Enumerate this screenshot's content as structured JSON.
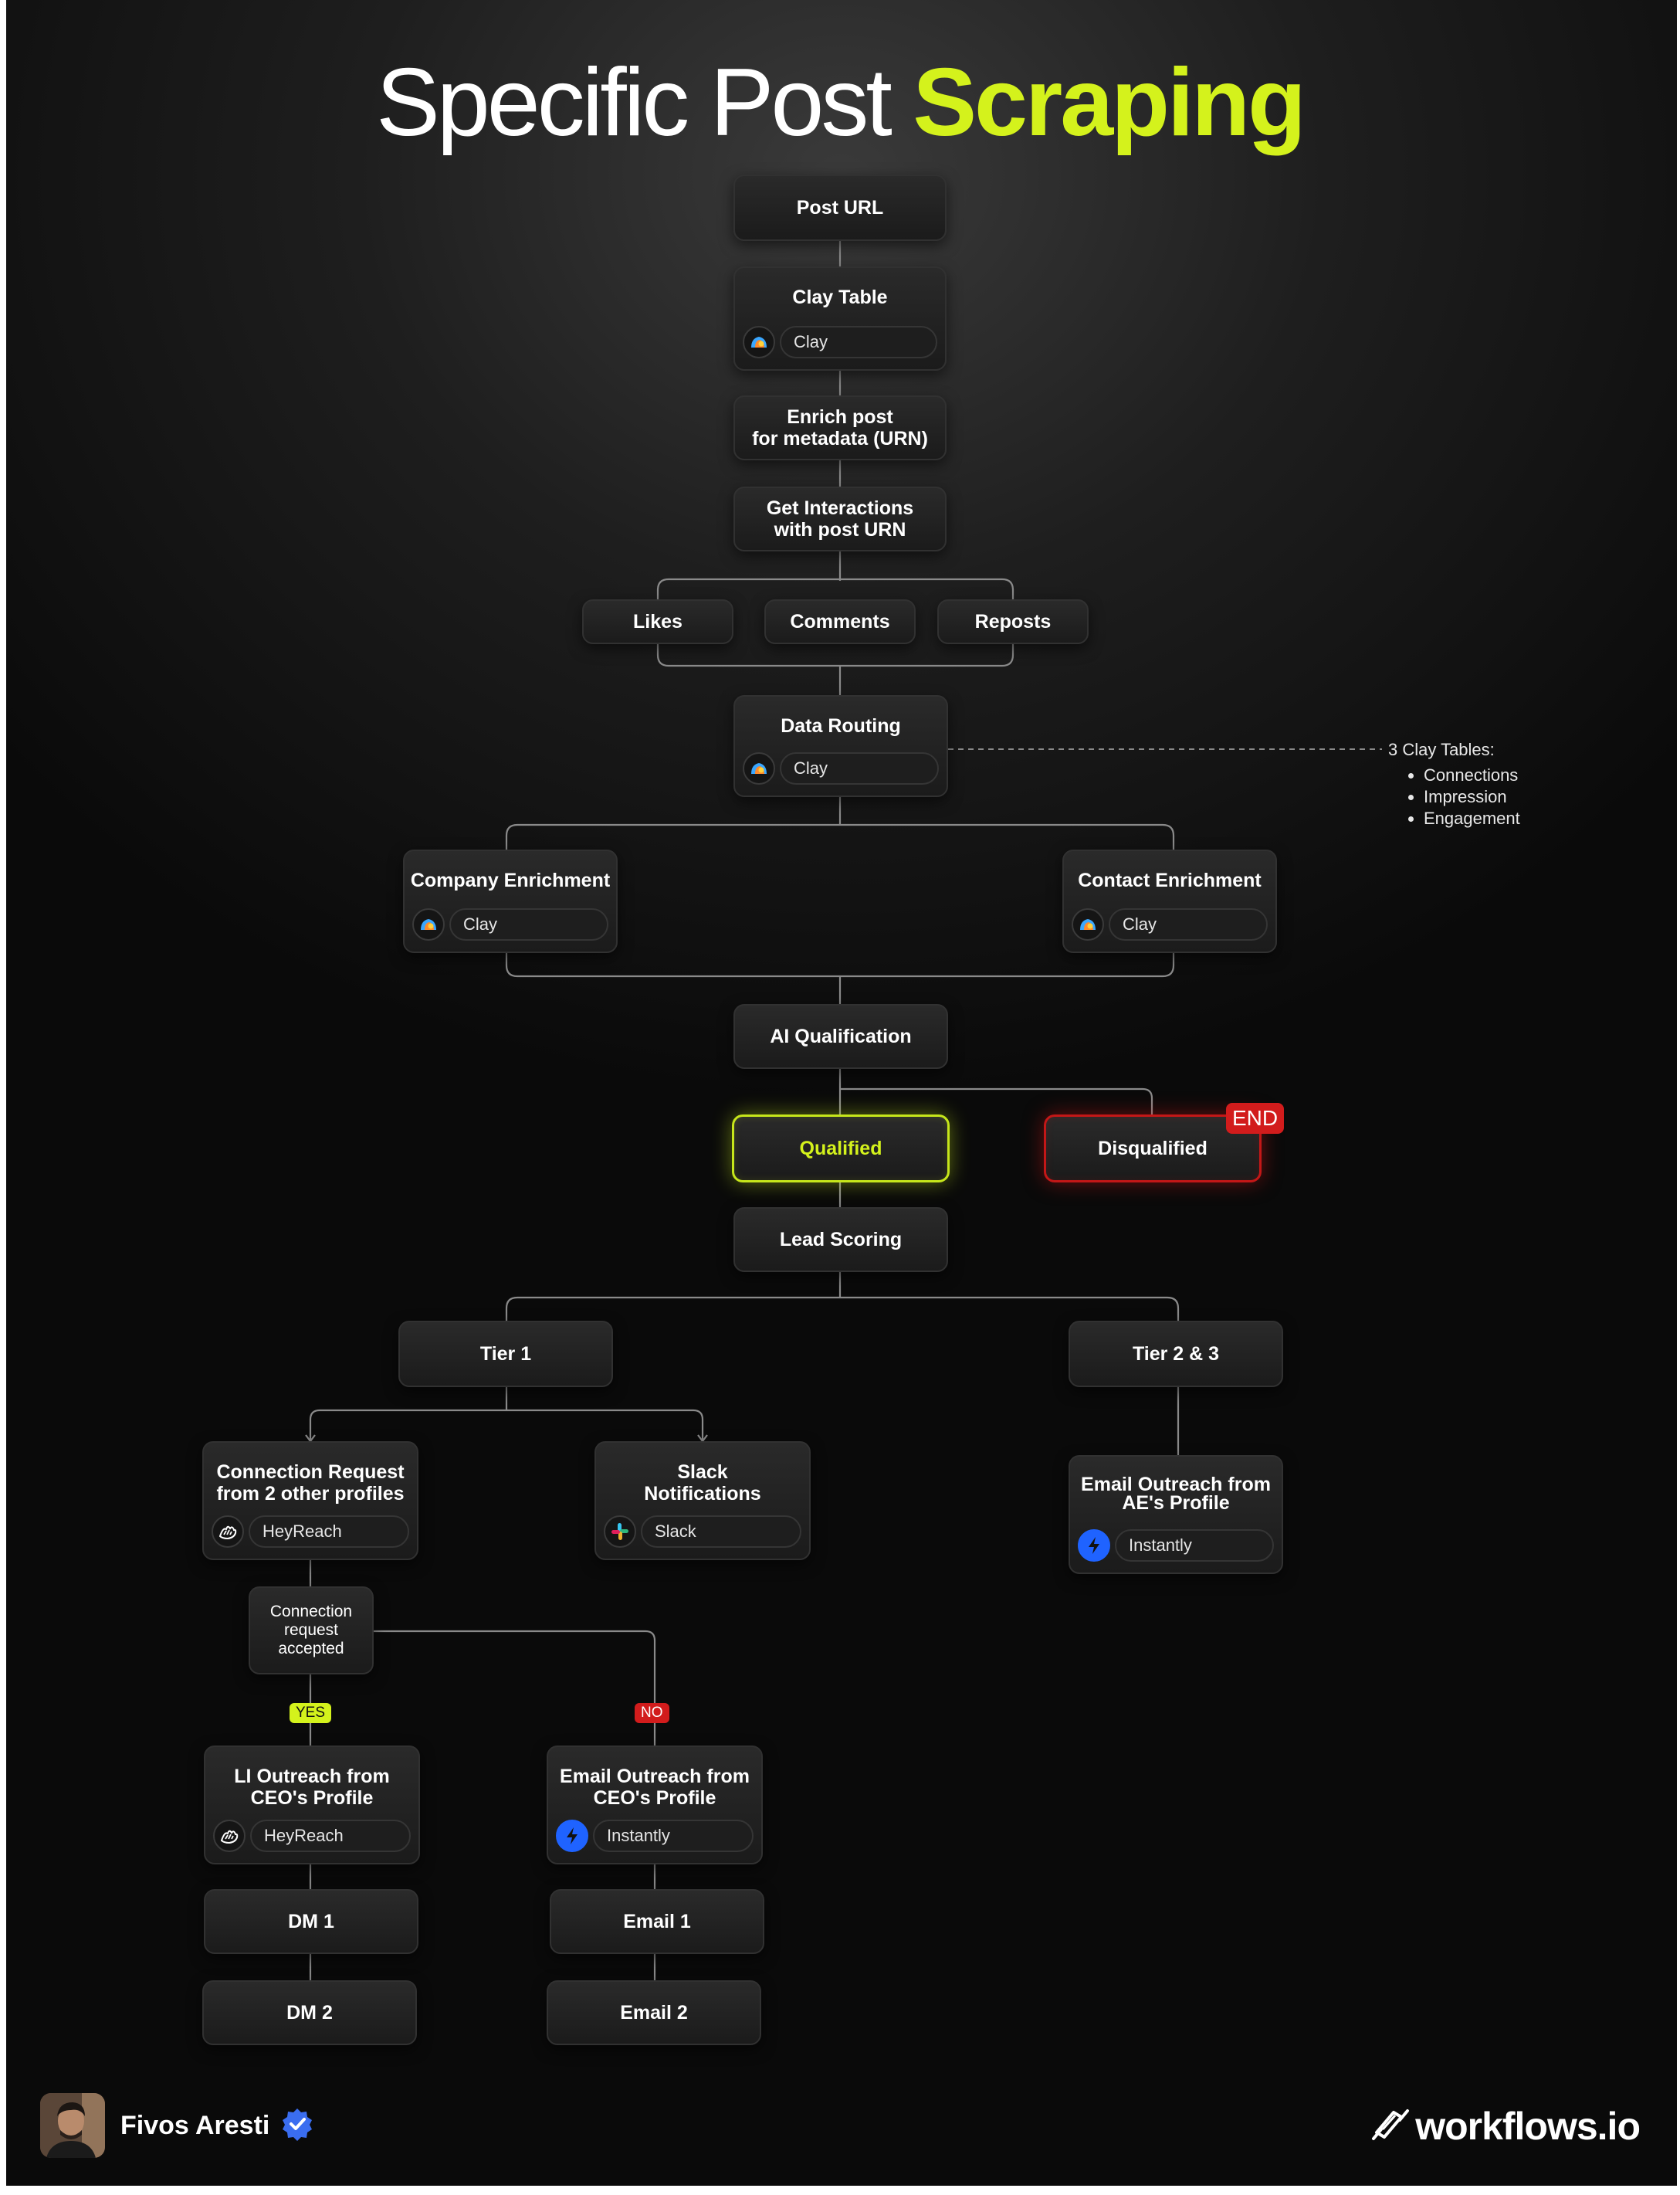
{
  "title": {
    "part1": "Specific Post",
    "part2": "Scraping"
  },
  "colors": {
    "accent": "#d4f21c",
    "danger": "#d21c1c",
    "wire": "#8a8a8a"
  },
  "nodes": {
    "post_url": {
      "label": "Post URL"
    },
    "clay_table": {
      "label": "Clay Table",
      "tool": "Clay"
    },
    "enrich_post": {
      "label": "Enrich post\nfor metadata (URN)"
    },
    "get_interactions": {
      "label": "Get Interactions\nwith post URN"
    },
    "likes": {
      "label": "Likes"
    },
    "comments": {
      "label": "Comments"
    },
    "reposts": {
      "label": "Reposts"
    },
    "data_routing": {
      "label": "Data Routing",
      "tool": "Clay"
    },
    "company_enrichment": {
      "label": "Company Enrichment",
      "tool": "Clay"
    },
    "contact_enrichment": {
      "label": "Contact Enrichment",
      "tool": "Clay"
    },
    "ai_qualification": {
      "label": "AI Qualification"
    },
    "qualified": {
      "label": "Qualified"
    },
    "disqualified": {
      "label": "Disqualified"
    },
    "lead_scoring": {
      "label": "Lead Scoring"
    },
    "tier1": {
      "label": "Tier 1"
    },
    "tier23": {
      "label": "Tier 2 & 3"
    },
    "connection_request": {
      "label": "Connection Request\nfrom 2 other profiles",
      "tool": "HeyReach"
    },
    "slack_notifications": {
      "label": "Slack\nNotifications",
      "tool": "Slack"
    },
    "email_outreach_ae": {
      "label": "Email Outreach from\nAE's Profile",
      "tool": "Instantly"
    },
    "connection_accepted": {
      "label": "Connection\nrequest\naccepted"
    },
    "li_outreach_ceo": {
      "label": "LI Outreach from\nCEO's Profile",
      "tool": "HeyReach"
    },
    "email_outreach_ceo": {
      "label": "Email Outreach from\nCEO's Profile",
      "tool": "Instantly"
    },
    "dm1": {
      "label": "DM 1"
    },
    "dm2": {
      "label": "DM 2"
    },
    "email1": {
      "label": "Email 1"
    },
    "email2": {
      "label": "Email 2"
    }
  },
  "tags": {
    "end": "END",
    "yes": "YES",
    "no": "NO"
  },
  "note": {
    "heading": "3 Clay Tables:",
    "items": [
      "Connections",
      "Impression",
      "Engagement"
    ]
  },
  "author": {
    "name": "Fivos Aresti"
  },
  "brand": {
    "name": "workflows.io"
  },
  "icons": {
    "clay": "clay-logo-icon",
    "heyreach": "heyreach-logo-icon",
    "slack": "slack-logo-icon",
    "instantly": "instantly-logo-icon",
    "verified": "verified-badge-icon",
    "brand": "workflows-logo-icon"
  }
}
